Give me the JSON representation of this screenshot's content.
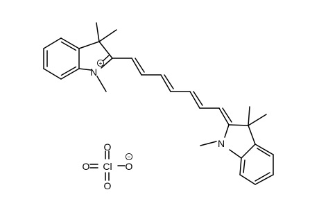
{
  "structure": {
    "cation": {
      "n_plus_label": "N",
      "n_neutral_label": "N",
      "n_plus_charge": "+"
    },
    "anion": {
      "cl_label": "Cl",
      "o_labels": [
        "O",
        "O",
        "O",
        "O"
      ],
      "o_minus_charge": "−"
    }
  }
}
